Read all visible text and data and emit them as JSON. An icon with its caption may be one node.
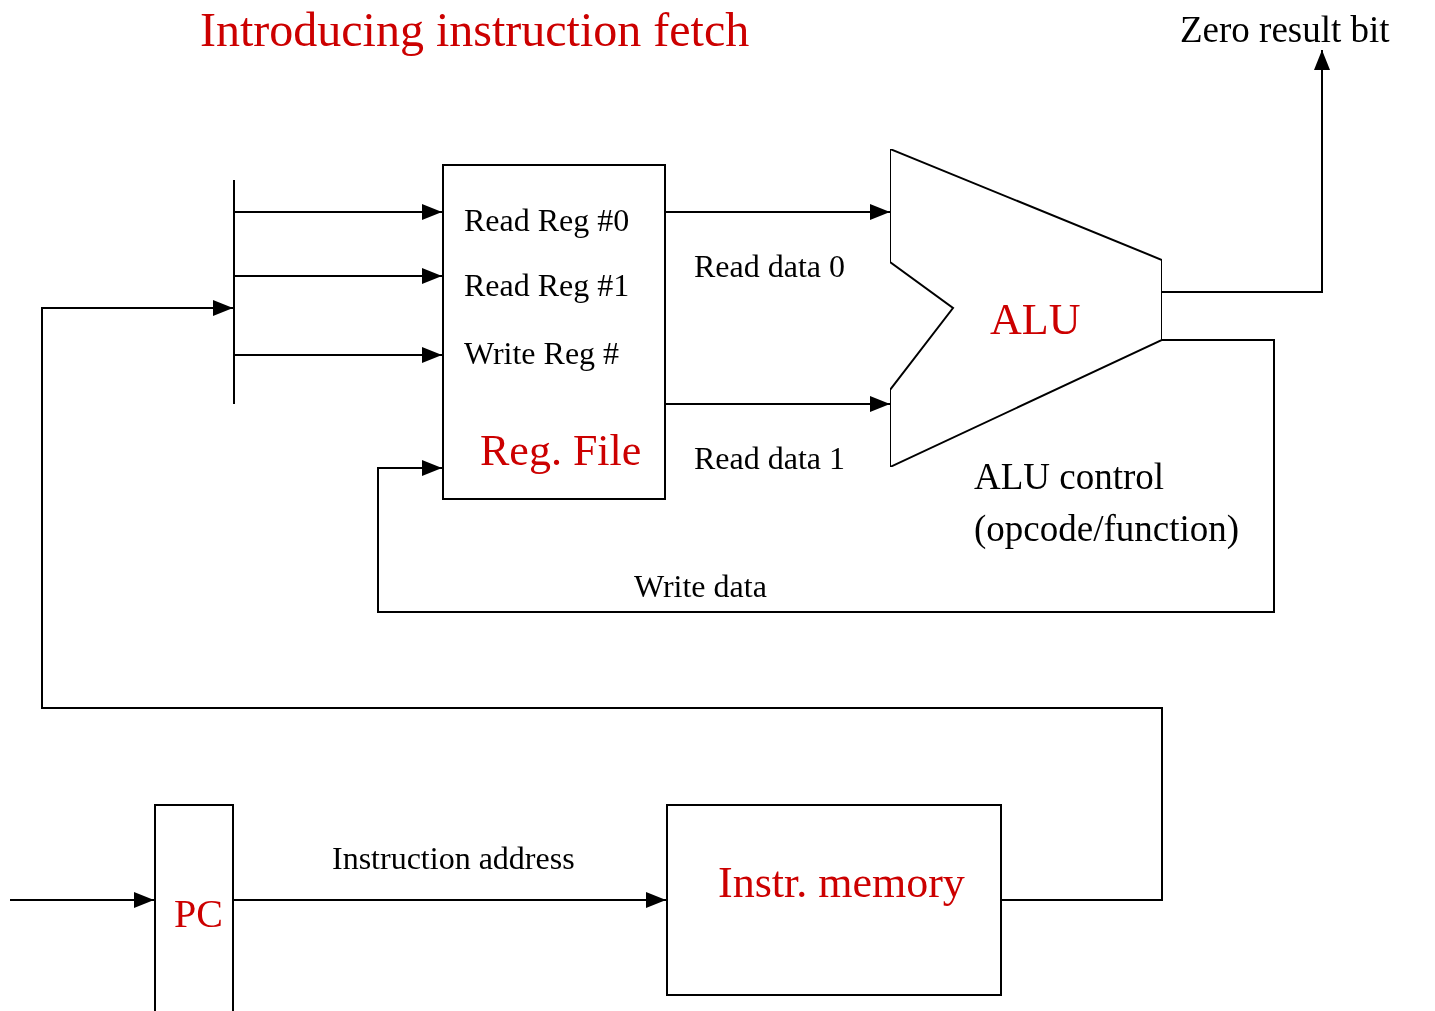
{
  "diagram": {
    "title": "Introducing instruction fetch",
    "nodes": [
      {
        "text": [
          "Read Reg #0",
          "Read Reg #1",
          "Write Reg #",
          "Reg. File"
        ]
      },
      {
        "text": [
          "ALU"
        ],
        "beside": [
          "ALU control (opcode/function)"
        ]
      },
      {
        "text": [
          "PC"
        ]
      },
      {
        "text": [
          "Instr. memory"
        ]
      },
      {
        "text": [],
        "shape": "bar"
      },
      {
        "text": [
          "Zero result bit"
        ]
      }
    ],
    "edges": [
      {
        "from": null,
        "to": 2,
        "arrow": "to"
      },
      {
        "from": 2,
        "to": 3,
        "arrow": "to",
        "label": "Instruction address"
      },
      {
        "from": 3,
        "to": 4,
        "arrow": "to"
      },
      {
        "from": 4,
        "to": 0,
        "arrow": "to"
      },
      {
        "from": 4,
        "to": 0,
        "arrow": "to"
      },
      {
        "from": 4,
        "to": 0,
        "arrow": "to"
      },
      {
        "from": 0,
        "to": 1,
        "arrow": "to",
        "label": "Read data 0"
      },
      {
        "from": 0,
        "to": 1,
        "arrow": "to",
        "label": "Read data 1"
      },
      {
        "from": 1,
        "to": 5,
        "arrow": "to"
      },
      {
        "from": 1,
        "to": 0,
        "arrow": "to",
        "label": "Write data"
      }
    ]
  }
}
